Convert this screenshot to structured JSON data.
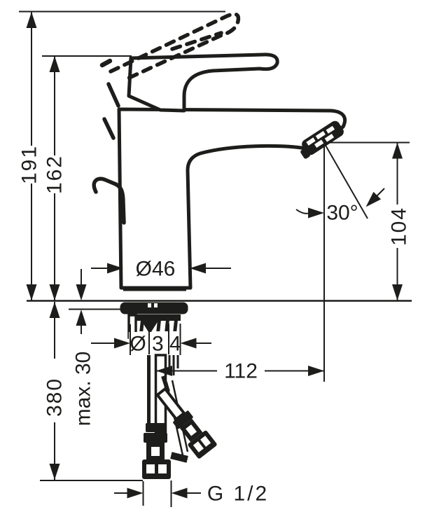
{
  "page": {
    "background": "#ffffff",
    "line_color": "#1d1d1b"
  },
  "drawing": {
    "type": "technical-dimension-drawing",
    "subject": "single-lever basin mixer faucet, side view with mounting shank and supply hoses",
    "dimensions": {
      "overall_height": "191",
      "height_to_spout_deck": "162",
      "spout_outlet_height": "104",
      "spout_outlet_angle": "30°",
      "body_diameter": "Ø46",
      "shank_diameter": "Ø 3 4",
      "spout_reach": "112",
      "hose_length_below_deck": "380",
      "max_mounting_thickness": "max. 30",
      "connection_thread": "G 1/2"
    }
  }
}
